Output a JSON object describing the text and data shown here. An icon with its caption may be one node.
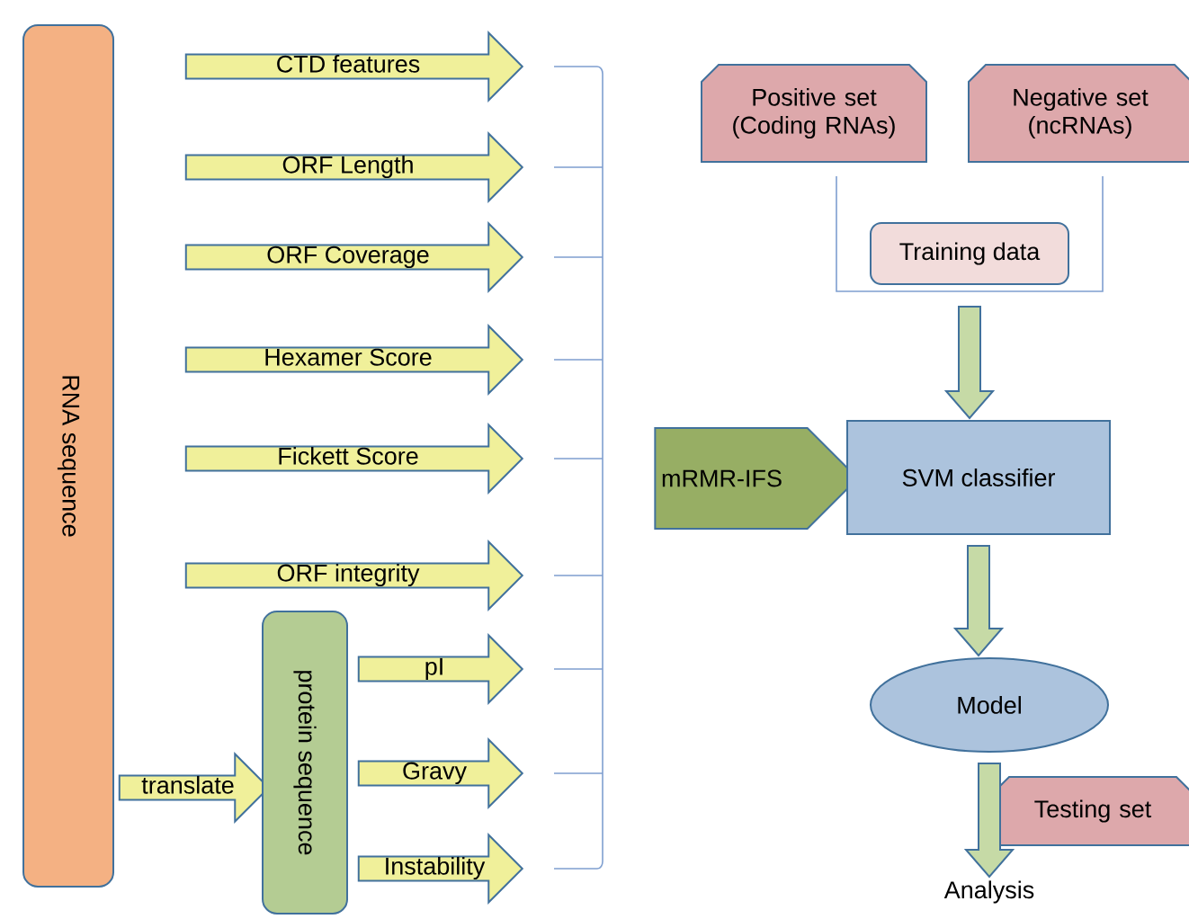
{
  "diagram": {
    "nodes": [
      {
        "text": [
          "RNA sequence"
        ]
      },
      {
        "text": [
          "CTD features"
        ]
      },
      {
        "text": [
          "ORF Length"
        ]
      },
      {
        "text": [
          "ORF Coverage"
        ]
      },
      {
        "text": [
          "Hexamer Score"
        ]
      },
      {
        "text": [
          "Fickett Score"
        ]
      },
      {
        "text": [
          "ORF integrity"
        ]
      },
      {
        "text": [
          "translate"
        ]
      },
      {
        "text": [
          "protein sequence"
        ]
      },
      {
        "text": [
          "pI"
        ]
      },
      {
        "text": [
          "Gravy"
        ]
      },
      {
        "text": [
          "Instability"
        ]
      },
      {
        "text": [
          "Positive set (Coding RNAs)"
        ]
      },
      {
        "text": [
          "Negative set (ncRNAs)"
        ]
      },
      {
        "text": [
          "Training data"
        ]
      },
      {
        "text": [
          "mRMR-IFS"
        ]
      },
      {
        "text": [
          "SVM classifier"
        ]
      },
      {
        "text": [
          "Model"
        ]
      },
      {
        "text": [
          "Testing set"
        ]
      },
      {
        "text": [
          "Analysis"
        ]
      }
    ],
    "edges": [
      {
        "from": 14,
        "to": 16,
        "arrow": "to"
      },
      {
        "from": 16,
        "to": 17,
        "arrow": "to"
      },
      {
        "from": 17,
        "to": 19,
        "arrow": "to"
      }
    ]
  }
}
